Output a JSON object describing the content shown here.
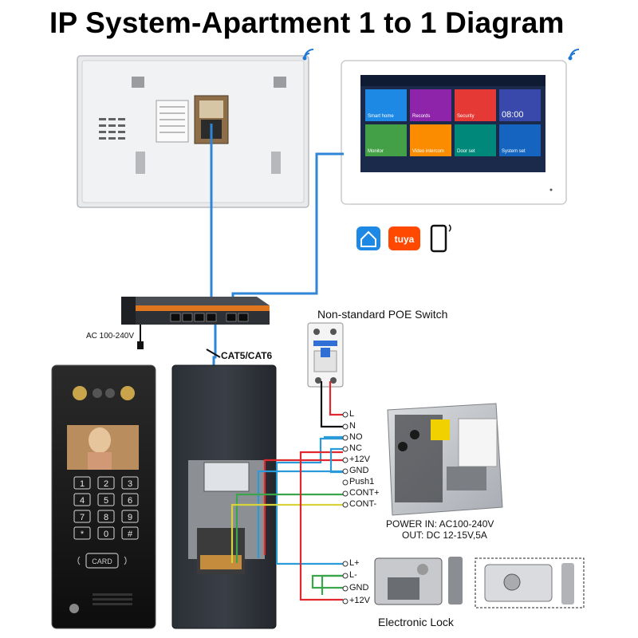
{
  "title": "IP System-Apartment 1 to 1 Diagram",
  "switch_label": "Non-standard POE Switch",
  "ac_label": "AC 100-240V",
  "cable_label": "CAT5/CAT6",
  "breaker_terminals": [
    "L",
    "N"
  ],
  "lock_relay_terminals": [
    "NO",
    "NC"
  ],
  "power_terminals": [
    "+12V",
    "GND",
    "Push1",
    "CONT+",
    "CONT-"
  ],
  "power_supply": {
    "line1": "POWER  IN: AC100-240V",
    "line2": "OUT: DC 12-15V,5A"
  },
  "lock_terminals": [
    "L+",
    "L-",
    "GND",
    "+12V"
  ],
  "lock_label": "Electronic Lock",
  "app_icons": [
    "smart-home-icon",
    "tuya-icon",
    "smartphone-icon"
  ],
  "tuya_text": "tuya",
  "monitor_tiles": [
    {
      "label": "Smart home",
      "color": "#1e88e5"
    },
    {
      "label": "Records",
      "color": "#8e24aa"
    },
    {
      "label": "Security",
      "color": "#e53935"
    },
    {
      "label": "08:00",
      "color": "#3949ab"
    },
    {
      "label": "Monitor",
      "color": "#43a047"
    },
    {
      "label": "Video intercom",
      "color": "#fb8c00"
    },
    {
      "label": "Door set",
      "color": "#00897b"
    },
    {
      "label": "System set",
      "color": "#1565c0"
    }
  ],
  "keypad_keys": [
    "1",
    "2",
    "3",
    "4",
    "5",
    "6",
    "7",
    "8",
    "9",
    "*",
    "0",
    "#"
  ],
  "card_label": "CARD",
  "colors": {
    "network": "#2f86d6",
    "red_wire": "#e0282e",
    "blue_wire": "#2a9bd8",
    "green_wire": "#3aa54a",
    "yellow_wire": "#d8d33a",
    "black_wire": "#111111",
    "switch_orange": "#e0761e"
  }
}
